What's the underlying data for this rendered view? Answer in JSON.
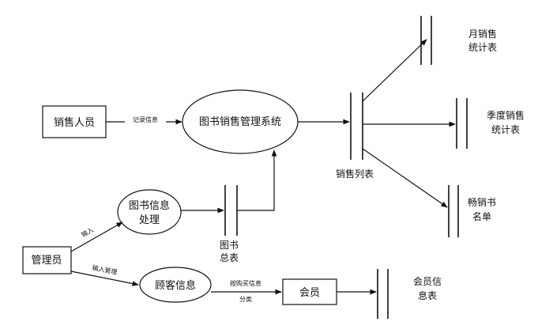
{
  "entities": {
    "sales_staff": "销售人员",
    "admin": "管理员",
    "member": "会员"
  },
  "processes": {
    "main_system": "图书销售管理系统",
    "book_info_line1": "图书信息",
    "book_info_line2": "处理",
    "customer_info": "顾客信息"
  },
  "stores": {
    "sales_list": "销售列表",
    "books_total_line1": "图书",
    "books_total_line2": "总表",
    "monthly_line1": "月销售",
    "monthly_line2": "统计表",
    "quarterly_line1": "季度销售",
    "quarterly_line2": "统计表",
    "bestseller_line1": "畅销书",
    "bestseller_line2": "名单",
    "member_info_line1": "会员信",
    "member_info_line2": "息表"
  },
  "flows": {
    "record_info": "记录信息",
    "input": "输入",
    "input_manage": "输入管理",
    "classify_line1": "按购买信息",
    "classify_line2": "分类"
  }
}
